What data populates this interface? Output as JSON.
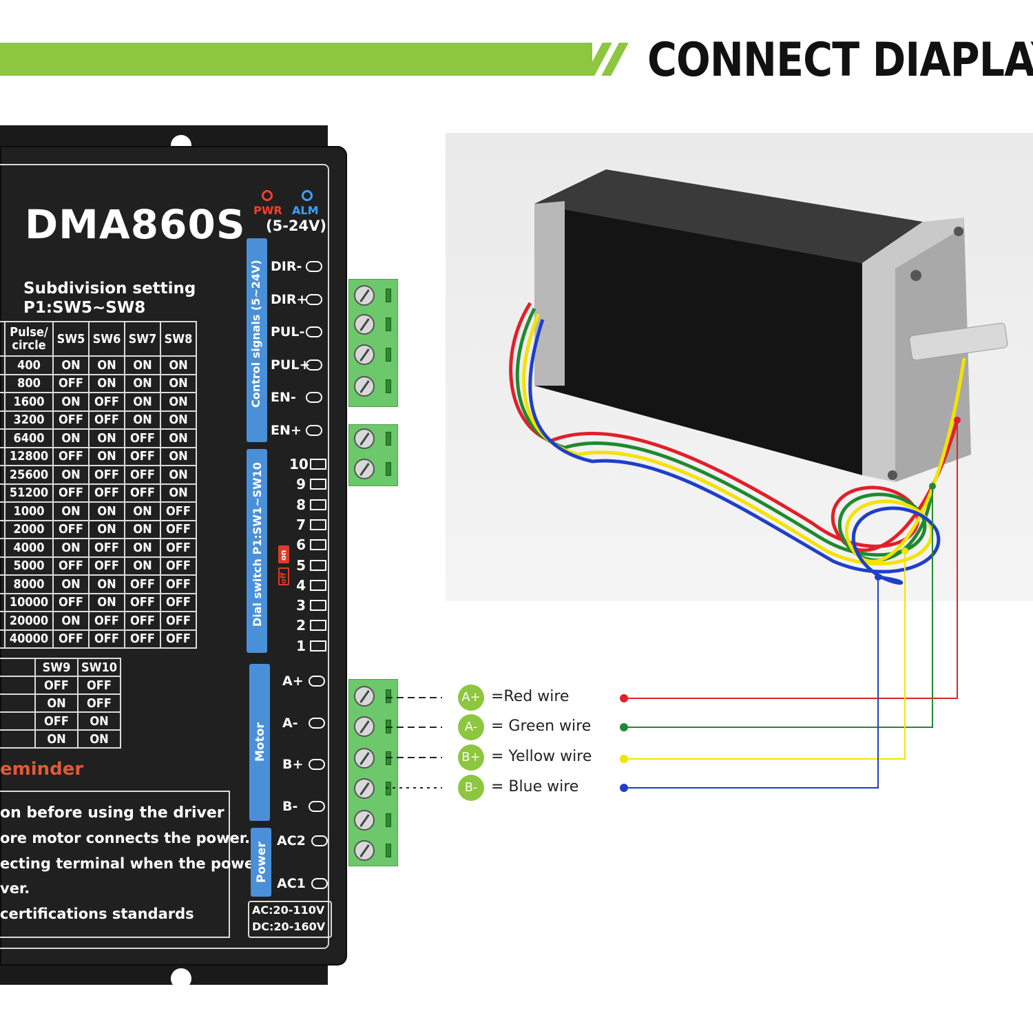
{
  "header": {
    "title": "CONNECT DIAPLAY"
  },
  "driver": {
    "model": "DMA860S",
    "indicators": {
      "pwr": "PWR",
      "alm": "ALM",
      "voltage": "(5-24V)"
    },
    "subdivision": {
      "line1": "Subdivision  setting",
      "line2": "P1:SW5~SW8"
    },
    "table_header": {
      "pulse": "Pulse/",
      "circle": "circle",
      "sw5": "SW5",
      "sw6": "SW6",
      "sw7": "SW7",
      "sw8": "SW8"
    },
    "table_rows": [
      [
        "400",
        "ON",
        "ON",
        "ON",
        "ON"
      ],
      [
        "800",
        "OFF",
        "ON",
        "ON",
        "ON"
      ],
      [
        "1600",
        "ON",
        "OFF",
        "ON",
        "ON"
      ],
      [
        "3200",
        "OFF",
        "OFF",
        "ON",
        "ON"
      ],
      [
        "6400",
        "ON",
        "ON",
        "OFF",
        "ON"
      ],
      [
        "12800",
        "OFF",
        "ON",
        "OFF",
        "ON"
      ],
      [
        "25600",
        "ON",
        "OFF",
        "OFF",
        "ON"
      ],
      [
        "51200",
        "OFF",
        "OFF",
        "OFF",
        "ON"
      ],
      [
        "1000",
        "ON",
        "ON",
        "ON",
        "OFF"
      ],
      [
        "2000",
        "OFF",
        "ON",
        "ON",
        "OFF"
      ],
      [
        "4000",
        "ON",
        "OFF",
        "ON",
        "OFF"
      ],
      [
        "5000",
        "OFF",
        "OFF",
        "ON",
        "OFF"
      ],
      [
        "8000",
        "ON",
        "ON",
        "OFF",
        "OFF"
      ],
      [
        "10000",
        "OFF",
        "ON",
        "OFF",
        "OFF"
      ],
      [
        "20000",
        "ON",
        "OFF",
        "OFF",
        "OFF"
      ],
      [
        "40000",
        "OFF",
        "OFF",
        "OFF",
        "OFF"
      ]
    ],
    "small_header": {
      "sw9": "SW9",
      "sw10": "SW10"
    },
    "small_rows": [
      [
        "OFF",
        "OFF"
      ],
      [
        "ON",
        "OFF"
      ],
      [
        "OFF",
        "ON"
      ],
      [
        "ON",
        "ON"
      ]
    ],
    "reminder": {
      "title": "eminder",
      "lines": [
        "on before using the driver",
        "ore motor connects the power.",
        "ecting terminal when the power,",
        "ver.",
        "certifications standards"
      ]
    },
    "control_label": "Control signals (5~24V)",
    "control_terminals": [
      "DIR-",
      "DIR+",
      "PUL-",
      "PUL+",
      "EN-",
      "EN+"
    ],
    "dial_label": "Dial switch P1:SW1~SW10",
    "dial_on": "on",
    "dial_off": "off",
    "dial_numbers": [
      "10",
      "9",
      "8",
      "7",
      "6",
      "5",
      "4",
      "3",
      "2",
      "1"
    ],
    "motor_label": "Motor",
    "motor_terminals": [
      "A+",
      "A-",
      "B+",
      "B-"
    ],
    "power_label": "Power",
    "power_terminals": [
      "AC2",
      "AC1"
    ],
    "specs": {
      "ac": "AC:20-110V",
      "dc": "DC:20-160V"
    }
  },
  "legend": [
    {
      "badge": "A+",
      "text": "=Red wire",
      "color": "#e0202a"
    },
    {
      "badge": "A-",
      "text": "= Green wire",
      "color": "#1f8a2e"
    },
    {
      "badge": "B+",
      "text": "= Yellow wire",
      "color": "#f4e200"
    },
    {
      "badge": "B-",
      "text": "= Blue wire",
      "color": "#1f3fc8"
    }
  ],
  "colors": {
    "accent_green": "#8dc63f",
    "panel_blue": "#4a90d9",
    "driver_body": "#202020",
    "terminal_green": "#6cc86a"
  }
}
